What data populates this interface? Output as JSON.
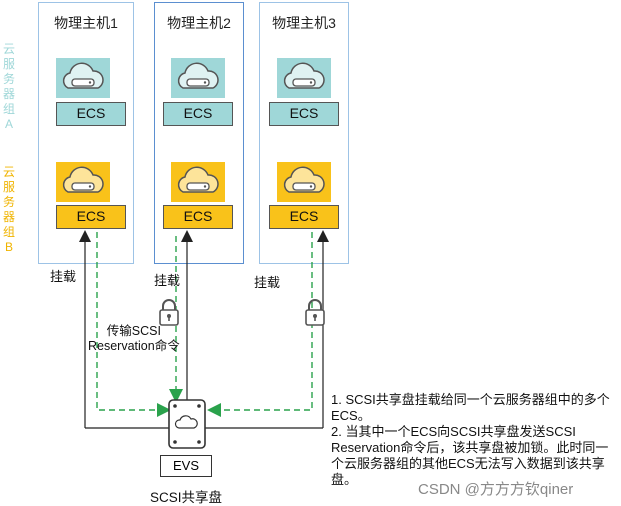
{
  "hosts": [
    {
      "title": "物理主机1",
      "ecs_a": "ECS",
      "ecs_b": "ECS"
    },
    {
      "title": "物理主机2",
      "ecs_a": "ECS",
      "ecs_b": "ECS"
    },
    {
      "title": "物理主机3",
      "ecs_a": "ECS",
      "ecs_b": "ECS"
    }
  ],
  "groups": {
    "a": {
      "label": "云服务器组A",
      "color": "#9fd7d8"
    },
    "b": {
      "label": "云服务器组B",
      "color": "#f9c21a"
    }
  },
  "mount_label": "挂载",
  "transfer_label": "传输SCSI\nReservation命令",
  "evs_label": "EVS",
  "disk_label": "SCSI共享盘",
  "notes": [
    "1. SCSI共享盘挂载给同一个云服务器组中的多个ECS。",
    "2. 当其中一个ECS向SCSI共享盘发送SCSI Reservation命令后，该共享盘被加锁。此时同一个云服务器组的其他ECS无法写入数据到该共享盘。"
  ],
  "watermark": "CSDN @方方方钦qiner"
}
